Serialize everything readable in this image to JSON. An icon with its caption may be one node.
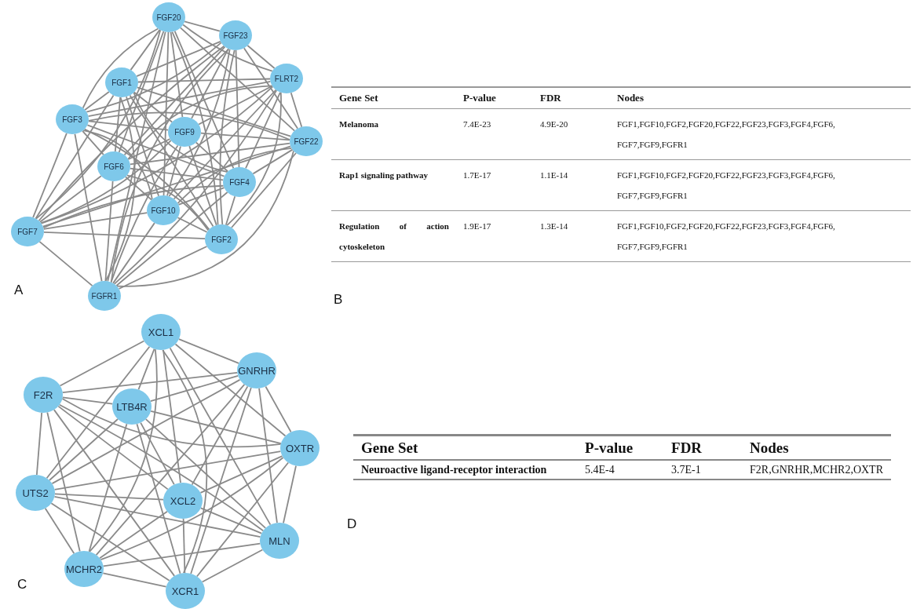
{
  "diagram": {
    "nodes": [
      {
        "text": [
          "FGF20"
        ]
      },
      {
        "text": [
          "FGF23"
        ]
      },
      {
        "text": [
          "FGF1"
        ]
      },
      {
        "text": [
          "FLRT2"
        ]
      },
      {
        "text": [
          "FGF3"
        ]
      },
      {
        "text": [
          "FGF9"
        ]
      },
      {
        "text": [
          "FGF22"
        ]
      },
      {
        "text": [
          "FGF6"
        ]
      },
      {
        "text": [
          "FGF4"
        ]
      },
      {
        "text": [
          "FGF10"
        ]
      },
      {
        "text": [
          "FGF7"
        ]
      },
      {
        "text": [
          "FGF2"
        ]
      },
      {
        "text": [
          "FGFR1"
        ]
      },
      {
        "text": [
          "XCL1"
        ]
      },
      {
        "text": [
          "GNRHR"
        ]
      },
      {
        "text": [
          "F2R"
        ]
      },
      {
        "text": [
          "LTB4R"
        ]
      },
      {
        "text": [
          "OXTR"
        ]
      },
      {
        "text": [
          "UTS2"
        ]
      },
      {
        "text": [
          "XCL2"
        ]
      },
      {
        "text": [
          "MLN"
        ]
      },
      {
        "text": [
          "MCHR2"
        ]
      },
      {
        "text": [
          "XCR1"
        ]
      }
    ],
    "edges": [
      {
        "from": 0,
        "to": 1,
        "arrow": "none"
      },
      {
        "from": 0,
        "to": 2,
        "arrow": "none"
      },
      {
        "from": 0,
        "to": 3,
        "arrow": "none"
      },
      {
        "from": 0,
        "to": 4,
        "arrow": "none"
      },
      {
        "from": 0,
        "to": 5,
        "arrow": "none"
      },
      {
        "from": 0,
        "to": 6,
        "arrow": "none"
      },
      {
        "from": 0,
        "to": 7,
        "arrow": "none"
      },
      {
        "from": 0,
        "to": 8,
        "arrow": "none"
      },
      {
        "from": 0,
        "to": 9,
        "arrow": "none"
      },
      {
        "from": 0,
        "to": 10,
        "arrow": "none"
      },
      {
        "from": 0,
        "to": 11,
        "arrow": "none"
      },
      {
        "from": 0,
        "to": 12,
        "arrow": "none"
      },
      {
        "from": 1,
        "to": 2,
        "arrow": "none"
      },
      {
        "from": 1,
        "to": 3,
        "arrow": "none"
      },
      {
        "from": 1,
        "to": 4,
        "arrow": "none"
      },
      {
        "from": 1,
        "to": 5,
        "arrow": "none"
      },
      {
        "from": 1,
        "to": 6,
        "arrow": "none"
      },
      {
        "from": 1,
        "to": 7,
        "arrow": "none"
      },
      {
        "from": 1,
        "to": 8,
        "arrow": "none"
      },
      {
        "from": 1,
        "to": 9,
        "arrow": "none"
      },
      {
        "from": 1,
        "to": 10,
        "arrow": "none"
      },
      {
        "from": 1,
        "to": 11,
        "arrow": "none"
      },
      {
        "from": 1,
        "to": 12,
        "arrow": "none"
      },
      {
        "from": 2,
        "to": 3,
        "arrow": "none"
      },
      {
        "from": 2,
        "to": 4,
        "arrow": "none"
      },
      {
        "from": 2,
        "to": 5,
        "arrow": "none"
      },
      {
        "from": 2,
        "to": 6,
        "arrow": "none"
      },
      {
        "from": 2,
        "to": 7,
        "arrow": "none"
      },
      {
        "from": 2,
        "to": 8,
        "arrow": "none"
      },
      {
        "from": 2,
        "to": 9,
        "arrow": "none"
      },
      {
        "from": 2,
        "to": 10,
        "arrow": "none"
      },
      {
        "from": 2,
        "to": 11,
        "arrow": "none"
      },
      {
        "from": 2,
        "to": 12,
        "arrow": "none"
      },
      {
        "from": 3,
        "to": 4,
        "arrow": "none"
      },
      {
        "from": 3,
        "to": 5,
        "arrow": "none"
      },
      {
        "from": 3,
        "to": 6,
        "arrow": "none"
      },
      {
        "from": 3,
        "to": 7,
        "arrow": "none"
      },
      {
        "from": 3,
        "to": 8,
        "arrow": "none"
      },
      {
        "from": 3,
        "to": 9,
        "arrow": "none"
      },
      {
        "from": 3,
        "to": 10,
        "arrow": "none"
      },
      {
        "from": 3,
        "to": 11,
        "arrow": "none"
      },
      {
        "from": 3,
        "to": 12,
        "arrow": "none"
      },
      {
        "from": 4,
        "to": 5,
        "arrow": "none"
      },
      {
        "from": 4,
        "to": 6,
        "arrow": "none"
      },
      {
        "from": 4,
        "to": 7,
        "arrow": "none"
      },
      {
        "from": 4,
        "to": 8,
        "arrow": "none"
      },
      {
        "from": 4,
        "to": 9,
        "arrow": "none"
      },
      {
        "from": 4,
        "to": 10,
        "arrow": "none"
      },
      {
        "from": 4,
        "to": 11,
        "arrow": "none"
      },
      {
        "from": 4,
        "to": 12,
        "arrow": "none"
      },
      {
        "from": 5,
        "to": 6,
        "arrow": "none"
      },
      {
        "from": 5,
        "to": 7,
        "arrow": "none"
      },
      {
        "from": 5,
        "to": 8,
        "arrow": "none"
      },
      {
        "from": 5,
        "to": 9,
        "arrow": "none"
      },
      {
        "from": 5,
        "to": 10,
        "arrow": "none"
      },
      {
        "from": 5,
        "to": 11,
        "arrow": "none"
      },
      {
        "from": 5,
        "to": 12,
        "arrow": "none"
      },
      {
        "from": 6,
        "to": 7,
        "arrow": "none"
      },
      {
        "from": 6,
        "to": 8,
        "arrow": "none"
      },
      {
        "from": 6,
        "to": 9,
        "arrow": "none"
      },
      {
        "from": 6,
        "to": 10,
        "arrow": "none"
      },
      {
        "from": 6,
        "to": 11,
        "arrow": "none"
      },
      {
        "from": 6,
        "to": 12,
        "arrow": "none"
      },
      {
        "from": 7,
        "to": 8,
        "arrow": "none"
      },
      {
        "from": 7,
        "to": 9,
        "arrow": "none"
      },
      {
        "from": 7,
        "to": 10,
        "arrow": "none"
      },
      {
        "from": 7,
        "to": 11,
        "arrow": "none"
      },
      {
        "from": 7,
        "to": 12,
        "arrow": "none"
      },
      {
        "from": 8,
        "to": 9,
        "arrow": "none"
      },
      {
        "from": 8,
        "to": 10,
        "arrow": "none"
      },
      {
        "from": 8,
        "to": 11,
        "arrow": "none"
      },
      {
        "from": 8,
        "to": 12,
        "arrow": "none"
      },
      {
        "from": 9,
        "to": 10,
        "arrow": "none"
      },
      {
        "from": 9,
        "to": 11,
        "arrow": "none"
      },
      {
        "from": 9,
        "to": 12,
        "arrow": "none"
      },
      {
        "from": 10,
        "to": 11,
        "arrow": "none"
      },
      {
        "from": 10,
        "to": 12,
        "arrow": "none"
      },
      {
        "from": 11,
        "to": 12,
        "arrow": "none"
      },
      {
        "from": 13,
        "to": 14,
        "arrow": "none"
      },
      {
        "from": 13,
        "to": 15,
        "arrow": "none"
      },
      {
        "from": 13,
        "to": 16,
        "arrow": "none"
      },
      {
        "from": 13,
        "to": 17,
        "arrow": "none"
      },
      {
        "from": 13,
        "to": 18,
        "arrow": "none"
      },
      {
        "from": 13,
        "to": 19,
        "arrow": "none"
      },
      {
        "from": 13,
        "to": 20,
        "arrow": "none"
      },
      {
        "from": 13,
        "to": 21,
        "arrow": "none"
      },
      {
        "from": 13,
        "to": 22,
        "arrow": "none"
      },
      {
        "from": 14,
        "to": 15,
        "arrow": "none"
      },
      {
        "from": 14,
        "to": 16,
        "arrow": "none"
      },
      {
        "from": 14,
        "to": 17,
        "arrow": "none"
      },
      {
        "from": 14,
        "to": 18,
        "arrow": "none"
      },
      {
        "from": 14,
        "to": 19,
        "arrow": "none"
      },
      {
        "from": 14,
        "to": 20,
        "arrow": "none"
      },
      {
        "from": 14,
        "to": 21,
        "arrow": "none"
      },
      {
        "from": 14,
        "to": 22,
        "arrow": "none"
      },
      {
        "from": 15,
        "to": 16,
        "arrow": "none"
      },
      {
        "from": 15,
        "to": 17,
        "arrow": "none"
      },
      {
        "from": 15,
        "to": 18,
        "arrow": "none"
      },
      {
        "from": 15,
        "to": 19,
        "arrow": "none"
      },
      {
        "from": 15,
        "to": 20,
        "arrow": "none"
      },
      {
        "from": 15,
        "to": 21,
        "arrow": "none"
      },
      {
        "from": 15,
        "to": 22,
        "arrow": "none"
      },
      {
        "from": 16,
        "to": 17,
        "arrow": "none"
      },
      {
        "from": 16,
        "to": 18,
        "arrow": "none"
      },
      {
        "from": 16,
        "to": 19,
        "arrow": "none"
      },
      {
        "from": 16,
        "to": 20,
        "arrow": "none"
      },
      {
        "from": 16,
        "to": 21,
        "arrow": "none"
      },
      {
        "from": 16,
        "to": 22,
        "arrow": "none"
      },
      {
        "from": 17,
        "to": 18,
        "arrow": "none"
      },
      {
        "from": 17,
        "to": 19,
        "arrow": "none"
      },
      {
        "from": 17,
        "to": 20,
        "arrow": "none"
      },
      {
        "from": 17,
        "to": 21,
        "arrow": "none"
      },
      {
        "from": 17,
        "to": 22,
        "arrow": "none"
      },
      {
        "from": 18,
        "to": 19,
        "arrow": "none"
      },
      {
        "from": 18,
        "to": 20,
        "arrow": "none"
      },
      {
        "from": 18,
        "to": 21,
        "arrow": "none"
      },
      {
        "from": 18,
        "to": 22,
        "arrow": "none"
      },
      {
        "from": 19,
        "to": 20,
        "arrow": "none"
      },
      {
        "from": 19,
        "to": 21,
        "arrow": "none"
      },
      {
        "from": 19,
        "to": 22,
        "arrow": "none"
      },
      {
        "from": 20,
        "to": 21,
        "arrow": "none"
      },
      {
        "from": 20,
        "to": 22,
        "arrow": "none"
      },
      {
        "from": 21,
        "to": 22,
        "arrow": "none"
      }
    ],
    "labels": [
      "Gene Set",
      "P-value",
      "FDR",
      "Nodes",
      "Melanoma",
      "7.4E-23",
      "4.9E-20",
      "FGF1,FGF10,FGF2,FGF20,FGF22,FGF23,FGF3,FGF4,FGF6, FGF7,FGF9,FGFR1",
      "Rap1 signaling pathway",
      "1.7E-17",
      "1.1E-14",
      "FGF1,FGF10,FGF2,FGF20,FGF22,FGF23,FGF3,FGF4,FGF6, FGF7,FGF9,FGFR1",
      "Regulation of action cytoskeleton",
      "1.9E-17",
      "1.3E-14",
      "FGF1,FGF10,FGF2,FGF20,FGF22,FGF23,FGF3,FGF4,FGF6, FGF7,FGF9,FGFR1",
      "A",
      "B",
      "Gene Set",
      "P-value",
      "FDR",
      "Nodes",
      "Neuroactive ligand-receptor interaction",
      "5.4E-4",
      "3.7E-1",
      "F2R,GNRHR,MCHR2,OXTR",
      "D",
      "C"
    ]
  }
}
